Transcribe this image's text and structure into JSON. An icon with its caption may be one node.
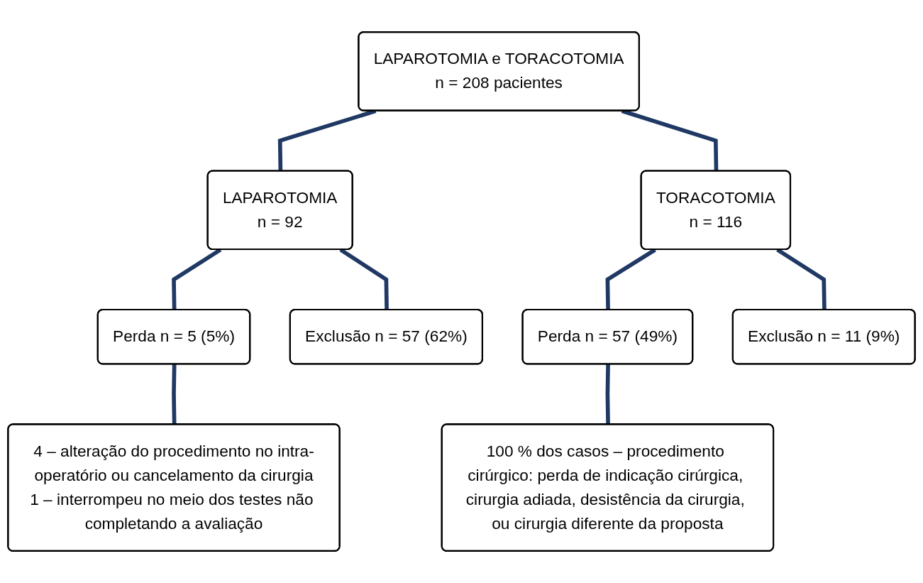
{
  "diagram": {
    "nodes": [
      {
        "text": [
          "LAPAROTOMIA e TORACOTOMIA",
          "n = 208 pacientes"
        ]
      },
      {
        "text": [
          "LAPAROTOMIA",
          "n = 92"
        ]
      },
      {
        "text": [
          "TORACOTOMIA",
          "n = 116"
        ]
      },
      {
        "text": [
          "Perda n = 5 (5%)"
        ]
      },
      {
        "text": [
          "Exclusão n = 57 (62%)"
        ]
      },
      {
        "text": [
          "Perda n = 57 (49%)"
        ]
      },
      {
        "text": [
          "Exclusão n = 11 (9%)"
        ]
      },
      {
        "text": [
          "4 – alteração do procedimento no intra-operatório ou cancelamento da cirurgia",
          "1 – interrompeu no meio dos testes não completando a avaliação"
        ]
      },
      {
        "text": [
          "100 % dos casos – procedimento cirúrgico: perda de indicação cirúrgica, cirurgia adiada, desistência da cirurgia, ou cirurgia diferente da proposta"
        ]
      }
    ],
    "edges": [
      {
        "from": 0,
        "to": 1,
        "arrow": "none"
      },
      {
        "from": 0,
        "to": 2,
        "arrow": "none"
      },
      {
        "from": 1,
        "to": 3,
        "arrow": "none"
      },
      {
        "from": 1,
        "to": 4,
        "arrow": "none"
      },
      {
        "from": 2,
        "to": 5,
        "arrow": "none"
      },
      {
        "from": 2,
        "to": 6,
        "arrow": "none"
      },
      {
        "from": 3,
        "to": 7,
        "arrow": "none"
      },
      {
        "from": 5,
        "to": 8,
        "arrow": "none"
      }
    ]
  }
}
